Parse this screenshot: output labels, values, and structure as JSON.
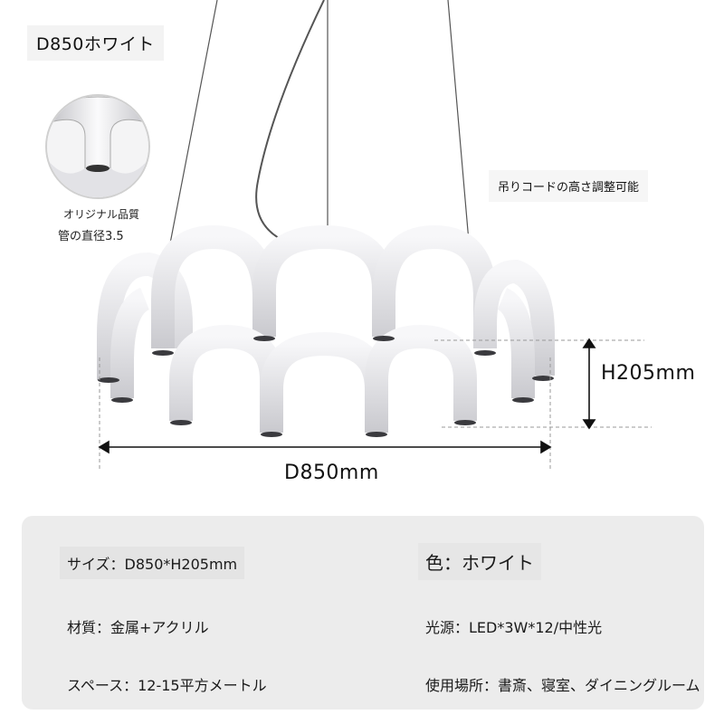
{
  "variant_tag": "D850ホワイト",
  "detail": {
    "quality_label": "オリジナル品質",
    "diameter_label": "管の直径3.5"
  },
  "cord_note": "吊りコードの高さ調整可能",
  "dimensions": {
    "height": "H205mm",
    "diameter": "D850mm"
  },
  "specs": {
    "size": "サイズ：D850*H205mm",
    "color": "色：ホワイト",
    "material": "材質：金属+アクリル",
    "light_source": "光源：LED*3W*12/中性光",
    "space": "スペース：12-15平方メートル",
    "usage": "使用場所：書斎、寝室、ダイニングルーム"
  },
  "colors": {
    "lamp_white": "#e9e9ec",
    "lamp_shadow": "#b8b8be",
    "panel_bg": "#ececec"
  }
}
